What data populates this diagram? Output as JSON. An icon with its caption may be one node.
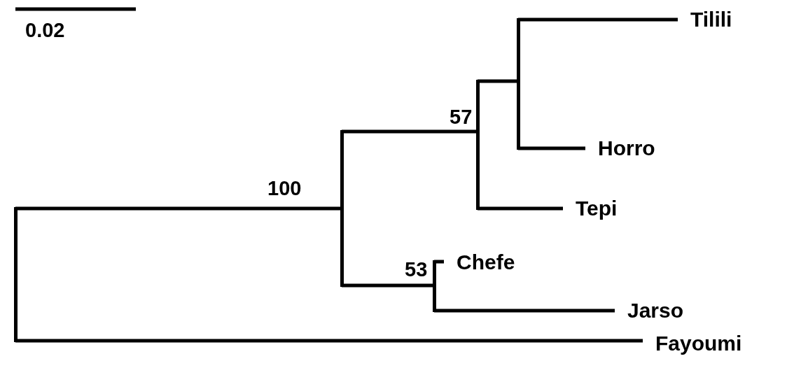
{
  "diagram": {
    "nodes": [
      {
        "text": [],
        "shape": "bar"
      },
      {
        "text": [],
        "shape": "bar",
        "beside": [
          "100"
        ]
      },
      {
        "text": [],
        "shape": "bar",
        "beside": [
          "57"
        ]
      },
      {
        "text": [],
        "shape": "bar"
      },
      {
        "text": [],
        "shape": "bar",
        "beside": [
          "53"
        ]
      },
      {
        "text": [
          "Tilili"
        ]
      },
      {
        "text": [
          "Horro"
        ]
      },
      {
        "text": [
          "Tepi"
        ]
      },
      {
        "text": [
          "Chefe"
        ]
      },
      {
        "text": [
          "Jarso"
        ]
      },
      {
        "text": [
          "Fayoumi"
        ]
      }
    ],
    "edges": [
      {
        "from": 0,
        "to": 1,
        "arrow": "none"
      },
      {
        "from": 0,
        "to": 10,
        "arrow": "none"
      },
      {
        "from": 1,
        "to": 2,
        "arrow": "none"
      },
      {
        "from": 1,
        "to": 4,
        "arrow": "none"
      },
      {
        "from": 2,
        "to": 3,
        "arrow": "none"
      },
      {
        "from": 2,
        "to": 7,
        "arrow": "none"
      },
      {
        "from": 3,
        "to": 5,
        "arrow": "none"
      },
      {
        "from": 3,
        "to": 6,
        "arrow": "none"
      },
      {
        "from": 4,
        "to": 8,
        "arrow": "none"
      },
      {
        "from": 4,
        "to": 9,
        "arrow": "none"
      }
    ],
    "labels": [
      "0.02"
    ]
  }
}
